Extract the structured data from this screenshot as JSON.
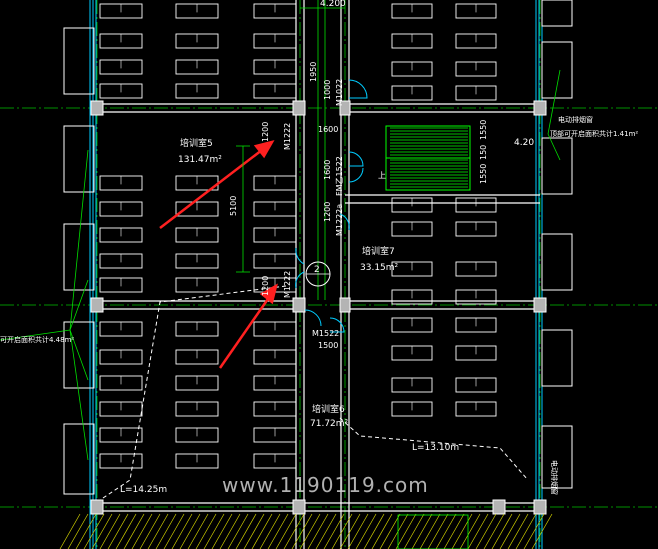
{
  "colors": {
    "background": "#000000",
    "wall": "#ffffff",
    "wall_fill": "#c8c8c8",
    "axis": "#00d000",
    "dimension": "#00e000",
    "desk": "#ffffff",
    "window": "#00ccff",
    "door": "#00ccff",
    "stair": "#00ff00",
    "arrow": "#ff2020",
    "room_text": "#ffffff",
    "dim_text": "#ffffff",
    "column": "#c0c0c0",
    "hatch": "#d0d000",
    "dashed_path": "#ffffff"
  },
  "rooms": {
    "r5_name": "培训室5",
    "r5_area": "131.47m²",
    "r6_name": "培训室6",
    "r6_area": "71.72m²",
    "r7_name": "培训室7",
    "r7_area": "33.15m²"
  },
  "doors": {
    "d1": "M1022",
    "d2": "M1222",
    "d3": "FM乙1522",
    "d4": "M1222a",
    "d5": "M1222",
    "d6": "M1522"
  },
  "dims": {
    "top": "4.200",
    "v_1950": "1950",
    "v_1000": "1000",
    "v_1200a": "1200",
    "v_1600a": "1600",
    "v_1600b": "1600",
    "v_1200b": "1200",
    "v_5100": "5100",
    "v_1200c": "1200",
    "h_1500": "1500",
    "stair_1550a": "1550",
    "stair_150": "150",
    "stair_1550b": "1550",
    "right_level": "4.20",
    "l_left": "L=14.25m",
    "l_right": "L=13.10m",
    "axis_bubble": "2"
  },
  "notes": {
    "right_top1": "电动排烟窗",
    "right_top2": "顶部可开启面积共计1.41m²",
    "left_mid": "可开启面积共计4.48m²",
    "right_bottom": "电动排烟窗",
    "stair_up": "上"
  },
  "watermark": "www.1190119.com"
}
